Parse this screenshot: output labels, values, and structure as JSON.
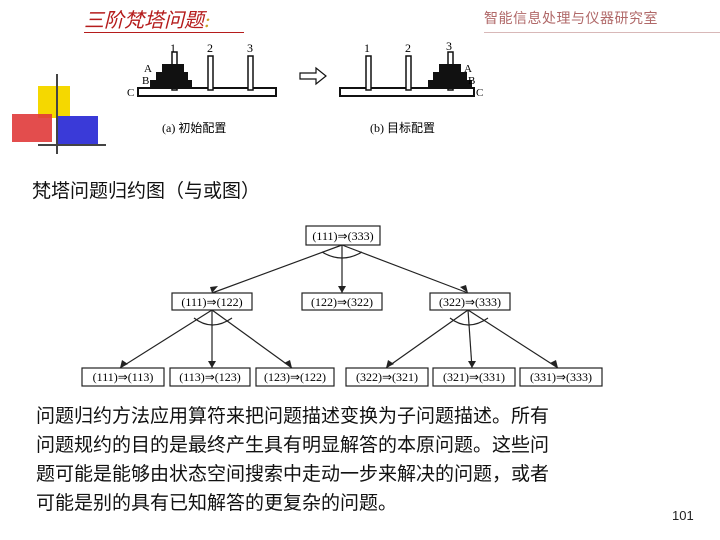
{
  "header": {
    "title": "三阶梵塔问题",
    "title_colon": ":",
    "lab_name": "智能信息处理与仪器研究室"
  },
  "hanoi": {
    "peg_labels": [
      "1",
      "2",
      "3"
    ],
    "disk_labels": [
      "A",
      "B",
      "C"
    ],
    "captions": {
      "initial": "(a)  初始配置",
      "goal": "(b)  目标配置"
    }
  },
  "section_label": "梵塔问题归约图（与或图）",
  "tree": {
    "root": "(111)⇒(333)",
    "level1": [
      "(111)⇒(122)",
      "(122)⇒(322)",
      "(322)⇒(333)"
    ],
    "level2": [
      "(111)⇒(113)",
      "(113)⇒(123)",
      "(123)⇒(122)",
      "(322)⇒(321)",
      "(321)⇒(331)",
      "(331)⇒(333)"
    ]
  },
  "body_lines": [
    "问题归约方法应用算符来把问题描述变换为子问题描述。所有",
    "问题规约的目的是最终产生具有明显解答的本原问题。这些问",
    "题可能是能够由状态空间搜索中走动一步来解决的问题，或者",
    "可能是别的具有已知解答的更复杂的问题。"
  ],
  "page_number": "101",
  "colors": {
    "title": "#b51c1c",
    "lab_name": "#b06868",
    "deco_yellow": "#f5d800",
    "deco_red": "#e03a3a",
    "deco_blue": "#3a3ad8"
  }
}
